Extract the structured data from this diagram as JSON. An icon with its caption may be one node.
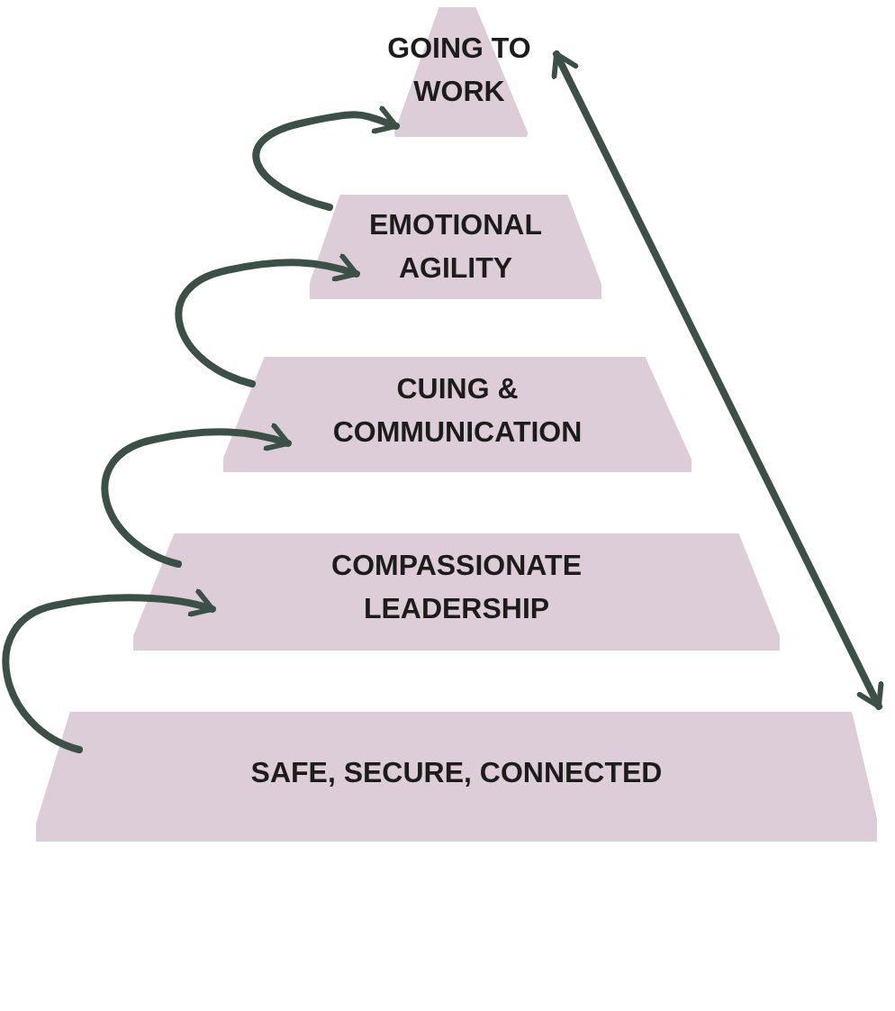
{
  "diagram": {
    "nodes": [
      {
        "text": [
          "GOING TO WORK"
        ]
      },
      {
        "text": [
          "EMOTIONAL AGILITY"
        ]
      },
      {
        "text": [
          "CUING & COMMUNICATION"
        ]
      },
      {
        "text": [
          "COMPASSIONATE LEADERSHIP"
        ]
      },
      {
        "text": [
          "SAFE, SECURE, CONNECTED"
        ]
      }
    ],
    "edges": [
      {
        "from": 4,
        "to": 3,
        "arrow": "to"
      },
      {
        "from": 3,
        "to": 2,
        "arrow": "to"
      },
      {
        "from": 2,
        "to": 1,
        "arrow": "to"
      },
      {
        "from": 1,
        "to": 0,
        "arrow": "to"
      },
      {
        "from": 0,
        "to": 4,
        "arrow": "both"
      }
    ]
  }
}
